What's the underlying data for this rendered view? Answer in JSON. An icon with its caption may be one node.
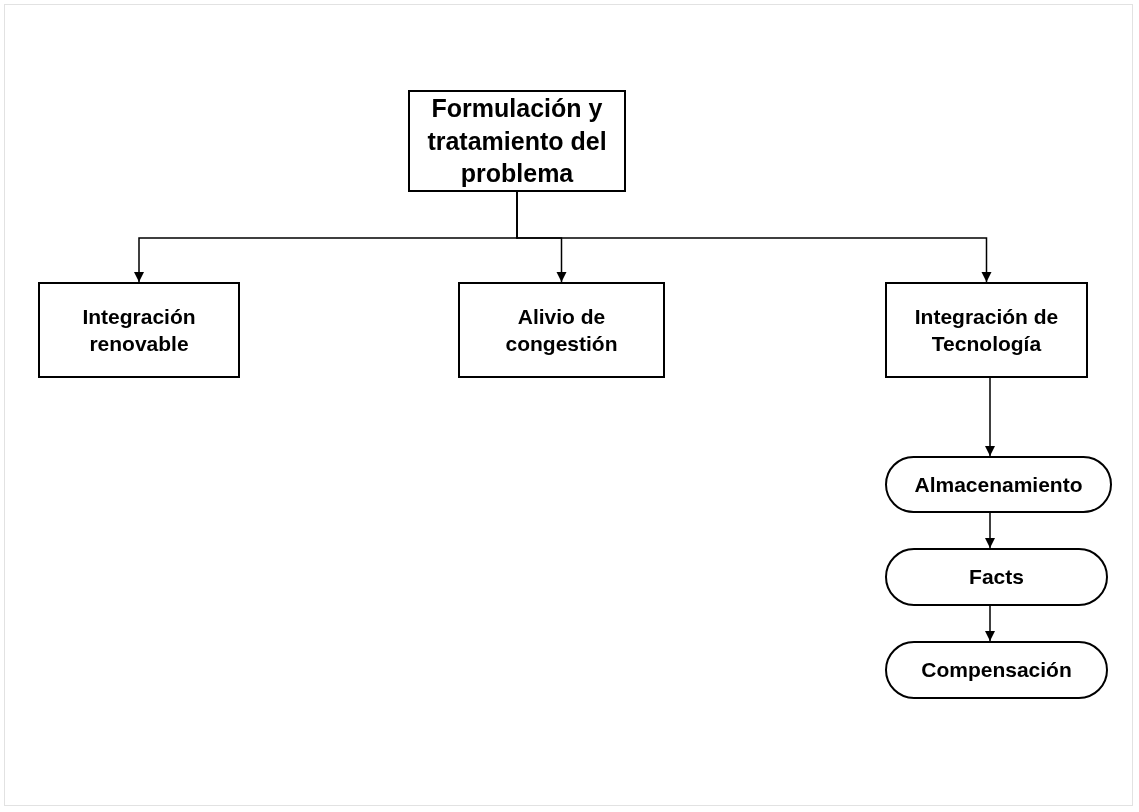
{
  "diagram": {
    "nodes": [
      {
        "text": [
          "Formulación y tratamiento del problema"
        ]
      },
      {
        "text": [
          "Integración renovable"
        ]
      },
      {
        "text": [
          "Alivio de congestión"
        ]
      },
      {
        "text": [
          "Integración de Tecnología"
        ]
      },
      {
        "text": [
          "Almacenamiento"
        ]
      },
      {
        "text": [
          "Facts"
        ]
      },
      {
        "text": [
          "Compensación"
        ]
      }
    ],
    "edges": [
      {
        "from": 0,
        "to": 1,
        "arrow": "to"
      },
      {
        "from": 0,
        "to": 2,
        "arrow": "to"
      },
      {
        "from": 0,
        "to": 3,
        "arrow": "to"
      },
      {
        "from": 3,
        "to": 4,
        "arrow": "to"
      },
      {
        "from": 4,
        "to": 5,
        "arrow": "to"
      },
      {
        "from": 5,
        "to": 6,
        "arrow": "to"
      }
    ]
  }
}
